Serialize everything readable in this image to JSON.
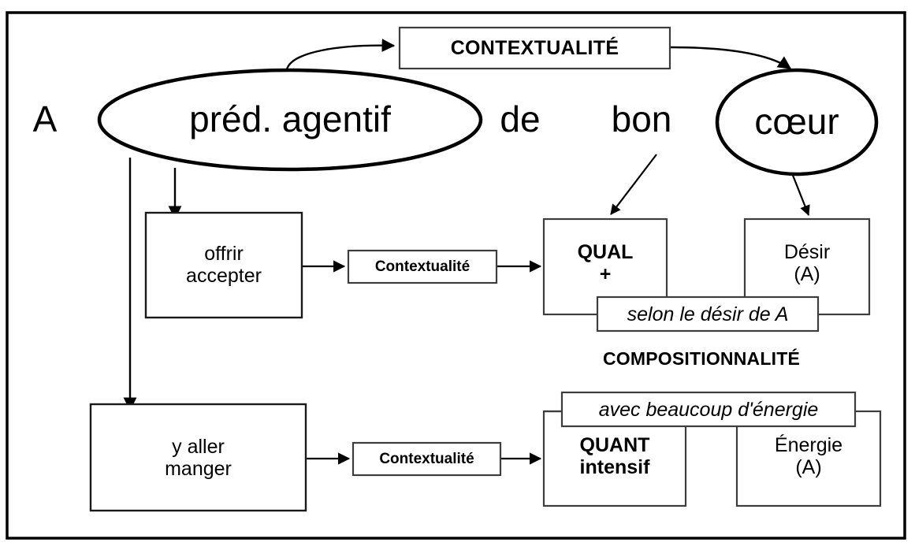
{
  "diagram": {
    "title_present": false,
    "frame": {
      "stroke": "#000000"
    },
    "colors": {
      "stroke_heavy": "#000000",
      "stroke_light": "#555555",
      "text": "#000000",
      "background": "#ffffff"
    },
    "sentence": {
      "subject": "A",
      "predicate_ellipse": "préd. agentif",
      "preposition": "de",
      "modifier": "bon",
      "object_ellipse": "cœur"
    },
    "top_banner": {
      "label": "CONTEXTUALITÉ"
    },
    "section_heading": {
      "label": "COMPOSITIONNALITÉ"
    },
    "rows": [
      {
        "id": "qual-row",
        "source_box": {
          "line1": "offrir",
          "line2": "accepter"
        },
        "relay_label": "Contextualité",
        "target_box": {
          "line1": "QUAL",
          "line2": "+"
        },
        "argument_box": {
          "line1": "Désir",
          "line2": "(A)"
        },
        "gloss": "selon le désir de A"
      },
      {
        "id": "quant-row",
        "source_box": {
          "line1": "y aller",
          "line2": "manger"
        },
        "relay_label": "Contextualité",
        "target_box": {
          "line1": "QUANT",
          "line2": "intensif"
        },
        "argument_box": {
          "line1": "Énergie",
          "line2": "(A)"
        },
        "gloss": "avec beaucoup d'énergie"
      }
    ],
    "edges": [
      {
        "name": "pred-to-contextualite",
        "kind": "curved-arrow"
      },
      {
        "name": "contextualite-to-coeur",
        "kind": "curved-arrow"
      },
      {
        "name": "pred-to-offrir-accepter",
        "kind": "straight-arrow"
      },
      {
        "name": "pred-to-y-aller-manger",
        "kind": "straight-arrow"
      },
      {
        "name": "bon-to-qual",
        "kind": "diagonal-arrow"
      },
      {
        "name": "coeur-to-desir",
        "kind": "diagonal-arrow"
      },
      {
        "name": "offrir-to-relay",
        "kind": "straight-arrow"
      },
      {
        "name": "relay-to-qual",
        "kind": "straight-arrow"
      },
      {
        "name": "manger-to-relay",
        "kind": "straight-arrow"
      },
      {
        "name": "relay-to-quant",
        "kind": "straight-arrow"
      }
    ]
  }
}
